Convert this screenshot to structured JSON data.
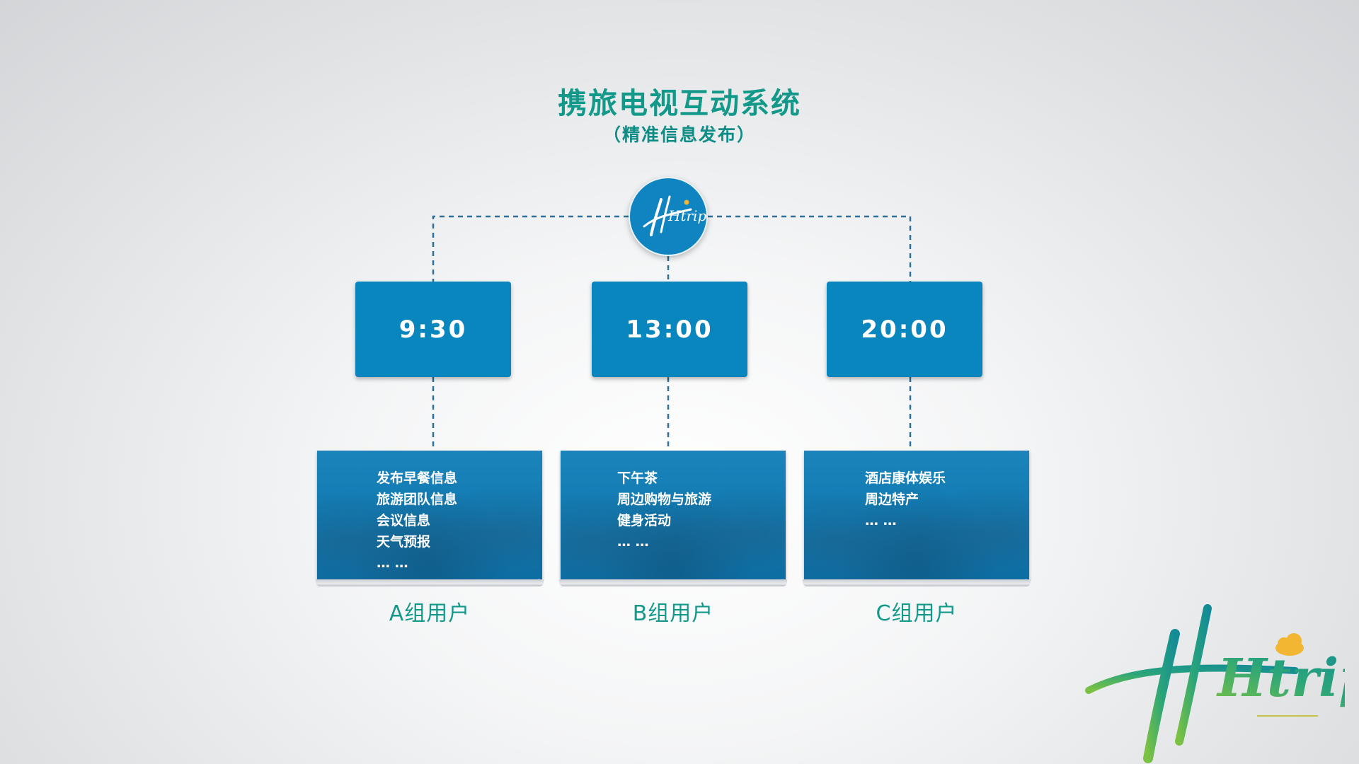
{
  "header": {
    "title": "携旅电视互动系统",
    "subtitle": "（精准信息发布）"
  },
  "hub": {
    "logo_text": "Htrip",
    "logo_color": "#ffffff",
    "bg_color": "#0f84c0"
  },
  "colors": {
    "accent": "#13998a",
    "box": "#0a86bf",
    "connector": "#2f6f98"
  },
  "schedule": [
    {
      "time": "9:30",
      "group": "A组用户",
      "items": [
        "发布早餐信息",
        "旅游团队信息",
        "会议信息",
        "天气预报",
        "… …"
      ]
    },
    {
      "time": "13:00",
      "group": "B组用户",
      "items": [
        "下午茶",
        "周边购物与旅游",
        "健身活动",
        "… …"
      ]
    },
    {
      "time": "20:00",
      "group": "C组用户",
      "items": [
        "酒店康体娱乐",
        "周边特产",
        "… …"
      ]
    }
  ],
  "brand": {
    "logo_text": "Htrip",
    "icon": "cloud-icon"
  }
}
